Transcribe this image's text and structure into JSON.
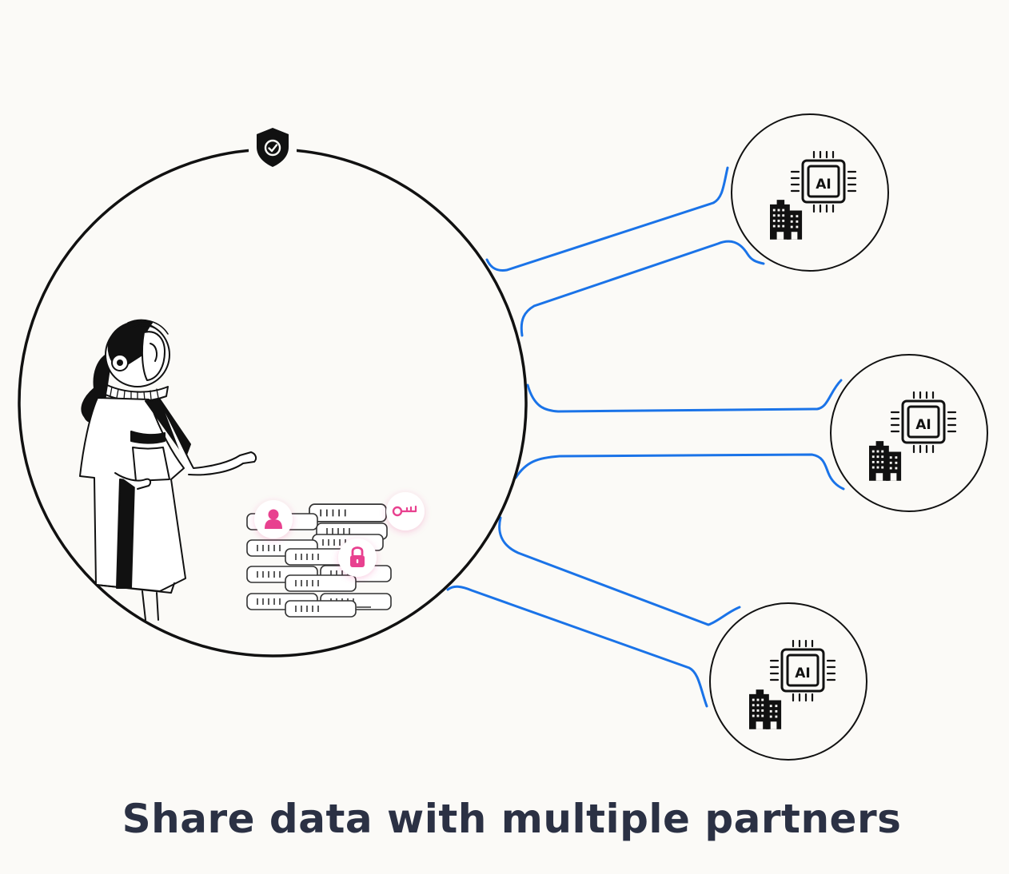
{
  "caption": "Share data with multiple partners",
  "colors": {
    "background": "#fbfaf7",
    "outline": "#111111",
    "connector": "#1a73e8",
    "accent": "#e8418f",
    "caption": "#2b3144"
  },
  "owner": {
    "figure": "astronaut-woman",
    "icons": [
      "shield-check-icon",
      "user-icon",
      "key-icon",
      "lock-icon",
      "server-stack-icon"
    ]
  },
  "partners": [
    {
      "chip_label": "AI",
      "icons": [
        "ai-chip-icon",
        "office-building-icon"
      ]
    },
    {
      "chip_label": "AI",
      "icons": [
        "ai-chip-icon",
        "office-building-icon"
      ]
    },
    {
      "chip_label": "AI",
      "icons": [
        "ai-chip-icon",
        "office-building-icon"
      ]
    }
  ]
}
